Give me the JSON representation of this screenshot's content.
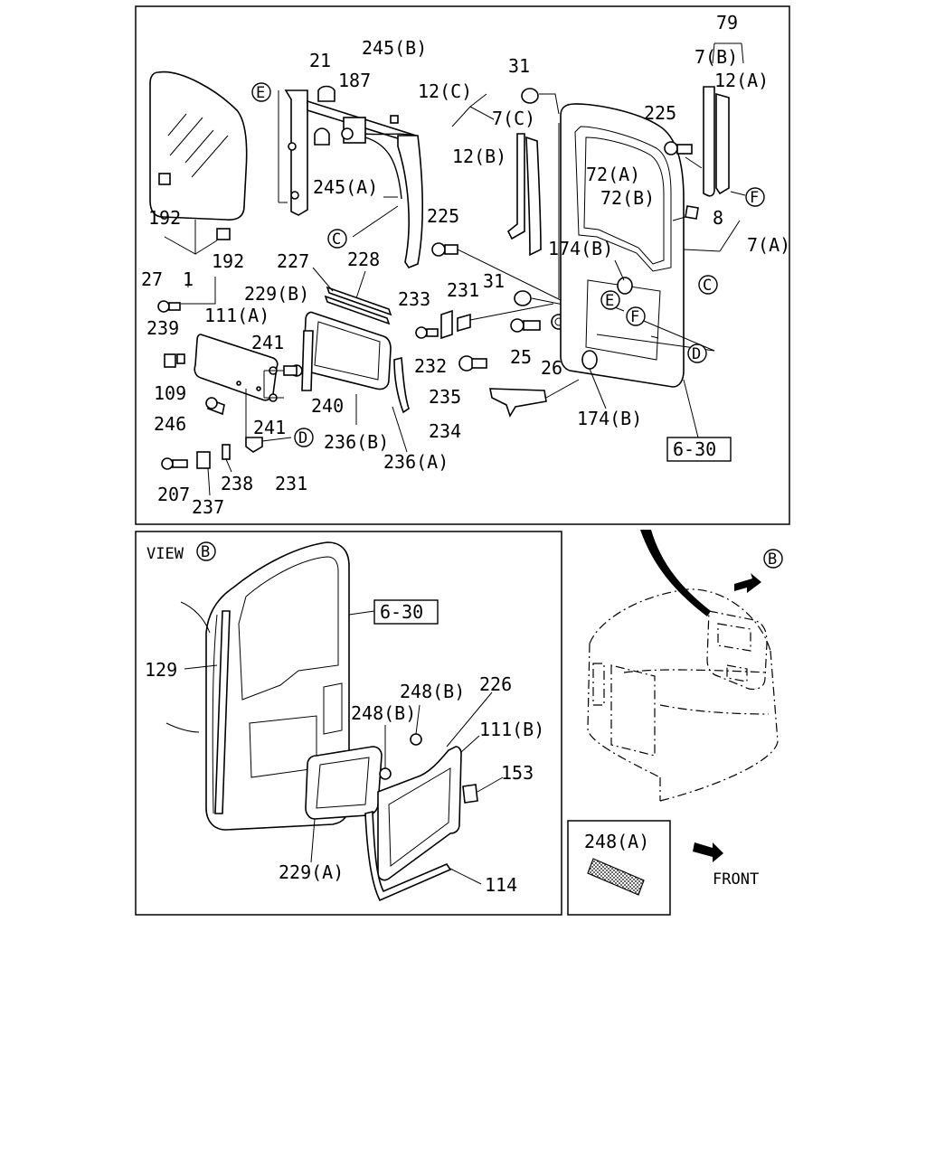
{
  "view_label": "VIEW",
  "front_label": "FRONT",
  "ref_box": "6-30",
  "callouts": {
    "B": "B",
    "C": "C",
    "D": "D",
    "E": "E",
    "F": "F"
  },
  "labels": {
    "p1": "1",
    "p7A": "7(A)",
    "p7B": "7(B)",
    "p7C": "7(C)",
    "p8": "8",
    "p12A": "12(A)",
    "p12B": "12(B)",
    "p12C": "12(C)",
    "p21": "21",
    "p25": "25",
    "p26": "26",
    "p27": "27",
    "p31a": "31",
    "p31b": "31",
    "p72A": "72(A)",
    "p72B": "72(B)",
    "p79": "79",
    "p109": "109",
    "p111A": "111(A)",
    "p111B": "111(B)",
    "p114": "114",
    "p129": "129",
    "p153": "153",
    "p174Ba": "174(B)",
    "p174Bb": "174(B)",
    "p187": "187",
    "p192a": "192",
    "p192b": "192",
    "p207": "207",
    "p225a": "225",
    "p225b": "225",
    "p226": "226",
    "p227": "227",
    "p228": "228",
    "p229A": "229(A)",
    "p229B": "229(B)",
    "p231a": "231",
    "p231b": "231",
    "p232": "232",
    "p233": "233",
    "p234": "234",
    "p235": "235",
    "p236A": "236(A)",
    "p236B": "236(B)",
    "p237": "237",
    "p238": "238",
    "p239": "239",
    "p240": "240",
    "p241a": "241",
    "p241b": "241",
    "p245A": "245(A)",
    "p245B": "245(B)",
    "p246": "246",
    "p248A": "248(A)",
    "p248Ba": "248(B)",
    "p248Bb": "248(B)"
  }
}
